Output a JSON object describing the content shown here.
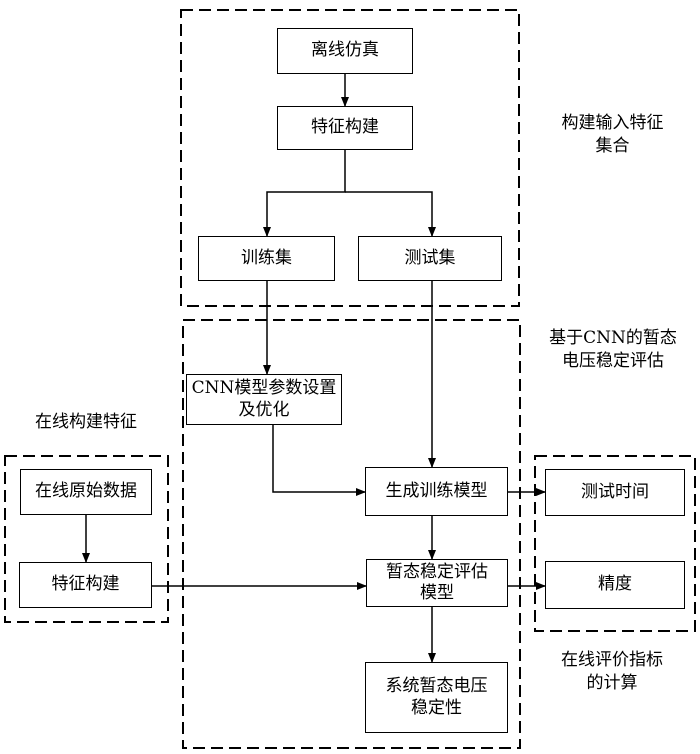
{
  "regions": {
    "offline": "构建输入特征\n集合",
    "cnn": "基于CNN的暂态\n电压稳定评估",
    "online_build": "在线构建特征",
    "online_eval": "在线评价指标\n的计算"
  },
  "boxes": {
    "offline_sim": "离线仿真",
    "feature_build_top": "特征构建",
    "train_set": "训练集",
    "test_set": "测试集",
    "cnn_params": "CNN模型参数设置及优化",
    "gen_model": "生成训练模型",
    "tsa_model": "暂态稳定评估\n模型",
    "system_stability": "系统暂态电压\n稳定性",
    "online_raw": "在线原始数据",
    "feature_build_left": "特征构建",
    "test_time": "测试时间",
    "accuracy": "精度"
  }
}
